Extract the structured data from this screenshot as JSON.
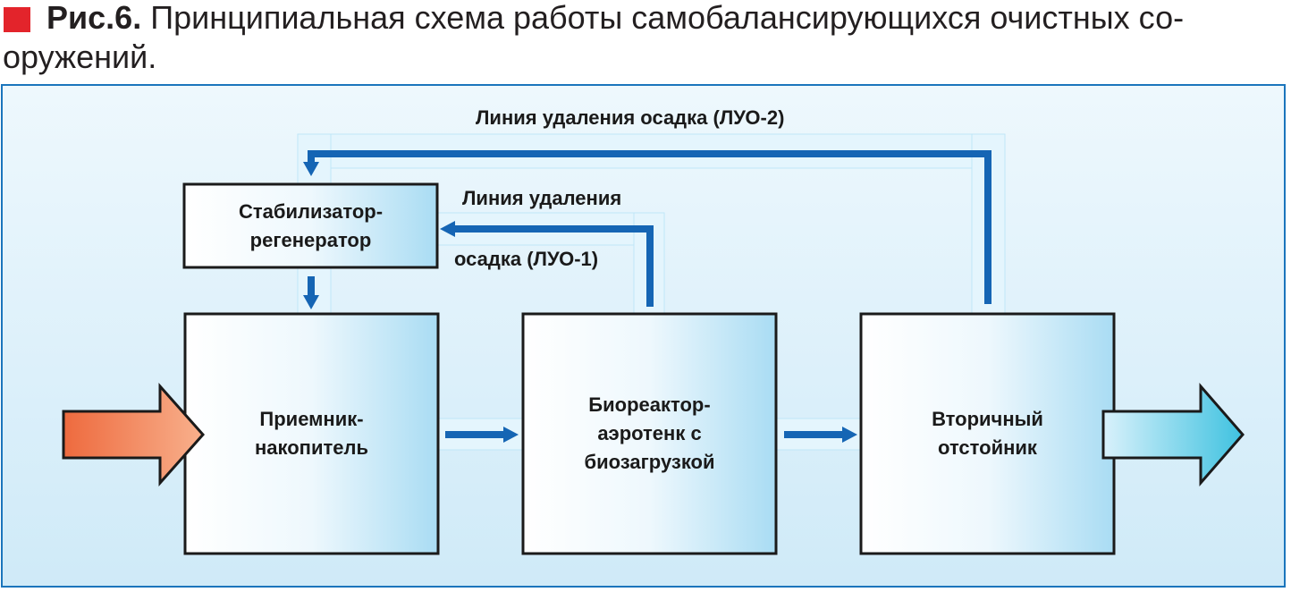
{
  "caption": {
    "label": "Рис.6.",
    "line1_rest": " Принципиальная схема работы самобалансирующихся очистных со-",
    "line2": "оружений.",
    "marker_color": "#e3242b"
  },
  "nodes": {
    "stabilizer": {
      "line1": "Стабилизатор-",
      "line2": "регенератор"
    },
    "receiver": {
      "line1": "Приемник-",
      "line2": "накопитель"
    },
    "bioreactor": {
      "line1": "Биореактор-",
      "line2": "аэротенк с",
      "line3": "биозагрузкой"
    },
    "clarifier": {
      "line1": "Вторичный",
      "line2": "отстойник"
    }
  },
  "lines": {
    "luo2": "Линия удаления осадка (ЛУО-2)",
    "luo1_top": "Линия удаления",
    "luo1_bottom": "осадка (ЛУО-1)"
  },
  "colors": {
    "panel_border": "#1b75bc",
    "arrow_blue": "#1565b4",
    "inflow_start": "#ee6a3e",
    "inflow_end": "#f8b08c",
    "outflow_start": "#d9f1fb",
    "outflow_end": "#3fc2e0"
  }
}
